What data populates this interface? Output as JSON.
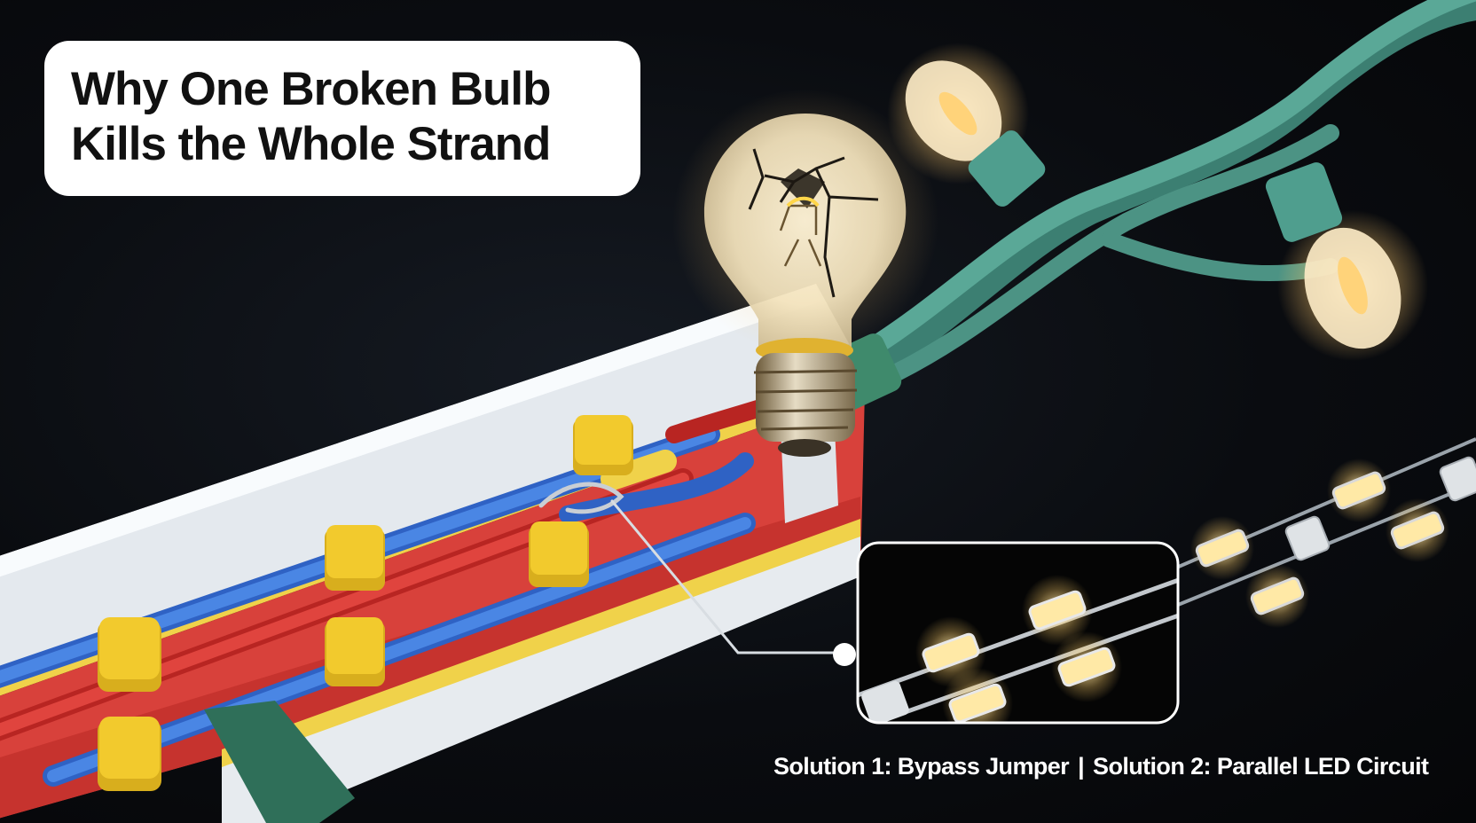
{
  "title": {
    "line1": "Why One Broken Bulb",
    "line2": "Kills the Whole Strand"
  },
  "caption": {
    "solution1": "Solution 1: Bypass Jumper",
    "separator": "|",
    "solution2": "Solution 2: Parallel LED Circuit"
  },
  "colors": {
    "background": "#07090c",
    "wire_teal": "#4f9e8e",
    "wire_blue": "#3f78d6",
    "wire_red": "#d9332e",
    "clip_yellow": "#e8c52a",
    "channel_red": "#d9403a",
    "bulb_glow": "#ffd58a",
    "led_glow": "#ffe9a6"
  },
  "icons": {
    "broken_bulb": "cracked-incandescent-bulb-icon",
    "bypass_jumper": "bypass-jumper-wire-icon",
    "led_inset": "parallel-led-strand-inset-icon"
  }
}
